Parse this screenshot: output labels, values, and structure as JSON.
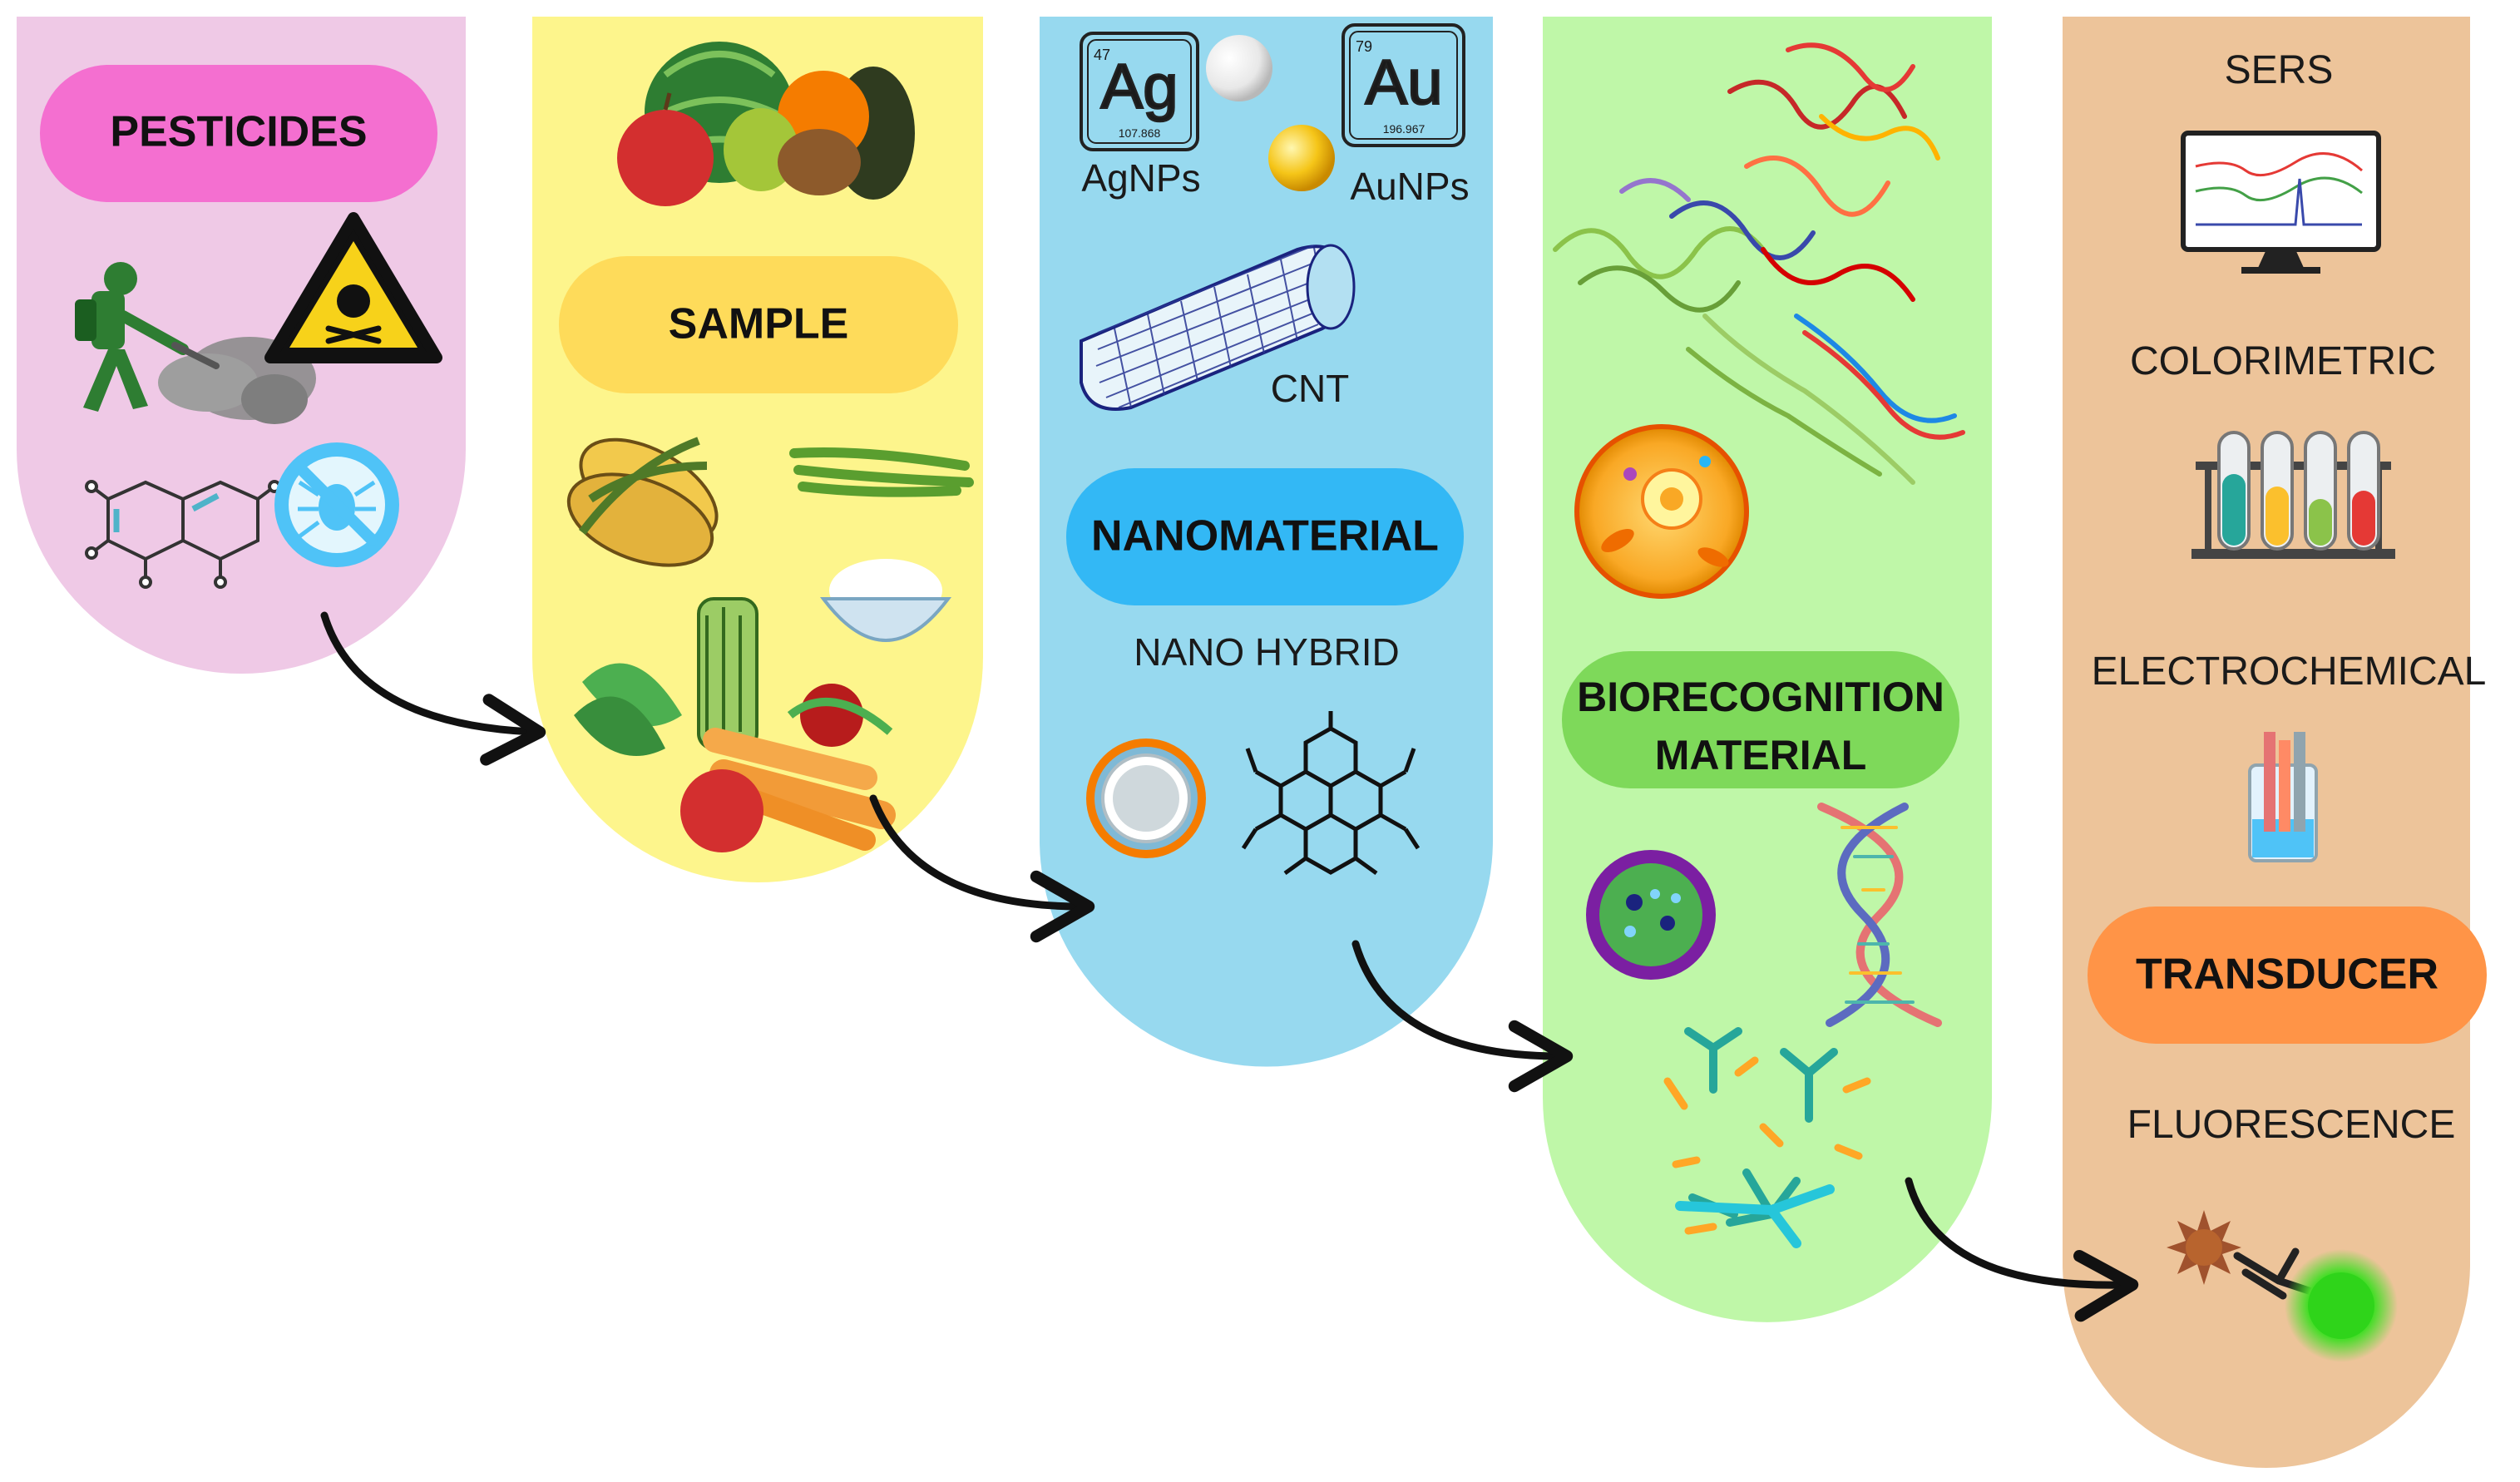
{
  "colors": {
    "pesticides_panel": "#efc9e6",
    "sample_panel": "#fdf58c",
    "nanomaterial_panel": "#97d9ef",
    "biorecognition_panel": "#bff7a8",
    "transducer_panel": "#edc49a",
    "pesticides_pill": "#f46fd0",
    "sample_pill": "#fedb5a",
    "nanomaterial_pill": "#33b8f5",
    "biorecognition_pill": "#7ed95a",
    "transducer_pill": "#ff9447",
    "arrow": "#111111"
  },
  "panels": {
    "pesticides": {
      "label": "PESTICIDES",
      "icons": [
        "sprayer-worker-icon",
        "toxic-hazard-icon",
        "molecule-structure-icon",
        "no-tick-icon"
      ]
    },
    "sample": {
      "label": "SAMPLE",
      "icons": [
        "fruits-icon",
        "corn-icon",
        "green-beans-icon",
        "rice-bowl-icon",
        "vegetables-icon"
      ]
    },
    "nanomaterial": {
      "label": "NANOMATERIAL",
      "ag_element": {
        "number": "47",
        "symbol": "Ag",
        "mass": "107.868"
      },
      "au_element": {
        "number": "79",
        "symbol": "Au",
        "mass": "196.967"
      },
      "agnps_label": "AgNPs",
      "aunps_label": "AuNPs",
      "cnt_label": "CNT",
      "nano_hybrid_label": "NANO HYBRID",
      "icons": [
        "silver-nanoparticle-icon",
        "gold-nanoparticle-icon",
        "carbon-nanotube-icon",
        "core-shell-particle-icon",
        "graphene-lattice-icon"
      ]
    },
    "biorecognition": {
      "label_line1": "BIORECOGNITION",
      "label_line2": "MATERIAL",
      "icons": [
        "protein-structure-icon",
        "cell-icon",
        "virus-icon",
        "dna-helix-icon",
        "antibodies-icon"
      ]
    },
    "transducer": {
      "label": "TRANSDUCER",
      "methods": [
        "SERS",
        "COLORIMETRIC",
        "ELECTROCHEMICAL",
        "FLUORESCENCE"
      ],
      "icons": [
        "spectrum-monitor-icon",
        "test-tubes-icon",
        "electrochemical-cell-icon",
        "fluorescent-antibody-icon"
      ]
    }
  }
}
